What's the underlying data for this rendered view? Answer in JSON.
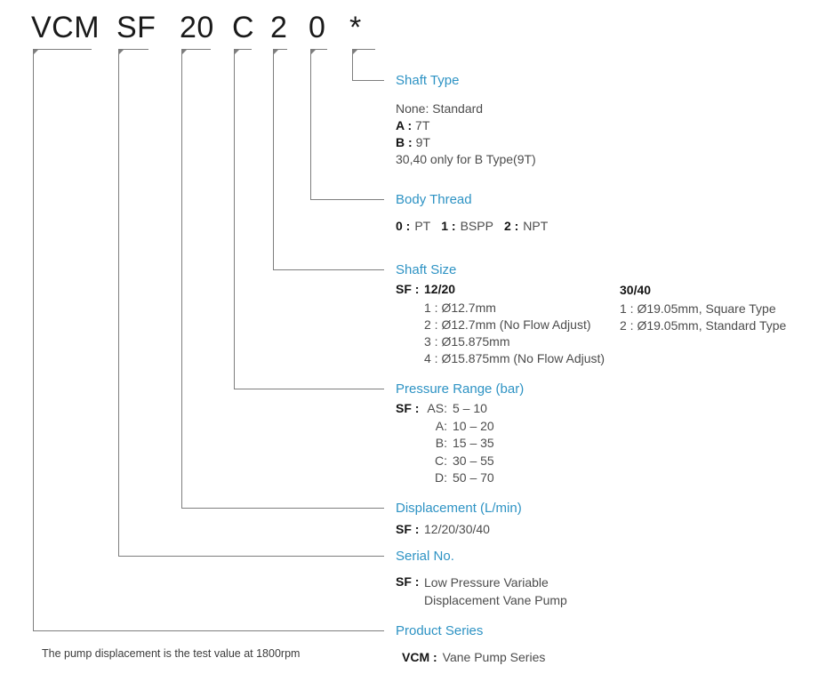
{
  "colors": {
    "accent": "#2E93C4",
    "line": "#7E7E7E",
    "text": "#4C4C4C",
    "emphasis": "#141414"
  },
  "model_code": {
    "segments": [
      "VCM",
      "SF",
      "20",
      "C",
      "2",
      "0",
      "*"
    ]
  },
  "sections": {
    "shaft_type": {
      "label": "Shaft Type",
      "line1": "None: Standard",
      "line2_key": "A :",
      "line2_val": "7T",
      "line3_key": "B :",
      "line3_val": "9T",
      "line4": "30,40 only for B Type(9T)"
    },
    "body_thread": {
      "label": "Body Thread",
      "opt1_key": "0 :",
      "opt1_val": "PT",
      "opt2_key": "1 :",
      "opt2_val": "BSPP",
      "opt3_key": "2 :",
      "opt3_val": "NPT"
    },
    "shaft_size": {
      "label": "Shaft Size",
      "left_header_key": "SF :",
      "left_header_val": "12/20",
      "left_items": [
        "1 : Ø12.7mm",
        "2 : Ø12.7mm (No Flow Adjust)",
        "3 : Ø15.875mm",
        "4 : Ø15.875mm (No Flow Adjust)"
      ],
      "right_header": "30/40",
      "right_items": [
        "1 : Ø19.05mm, Square Type",
        "2 : Ø19.05mm, Standard Type"
      ]
    },
    "pressure_range": {
      "label": "Pressure Range (bar)",
      "prefix": "SF :",
      "items": [
        {
          "key": "AS:",
          "val": "5 – 10"
        },
        {
          "key": "A:",
          "val": "10 – 20"
        },
        {
          "key": "B:",
          "val": "15 – 35"
        },
        {
          "key": "C:",
          "val": "30 – 55"
        },
        {
          "key": "D:",
          "val": "50 – 70"
        }
      ]
    },
    "displacement": {
      "label": "Displacement (L/min)",
      "prefix": "SF :",
      "value": "12/20/30/40"
    },
    "serial_no": {
      "label": "Serial No.",
      "prefix": "SF :",
      "value_line1": "Low Pressure Variable",
      "value_line2": "Displacement Vane Pump"
    },
    "product_series": {
      "label": "Product Series",
      "prefix": "VCM :",
      "value": "Vane Pump Series"
    }
  },
  "footnote": "The pump displacement is the test value at 1800rpm"
}
